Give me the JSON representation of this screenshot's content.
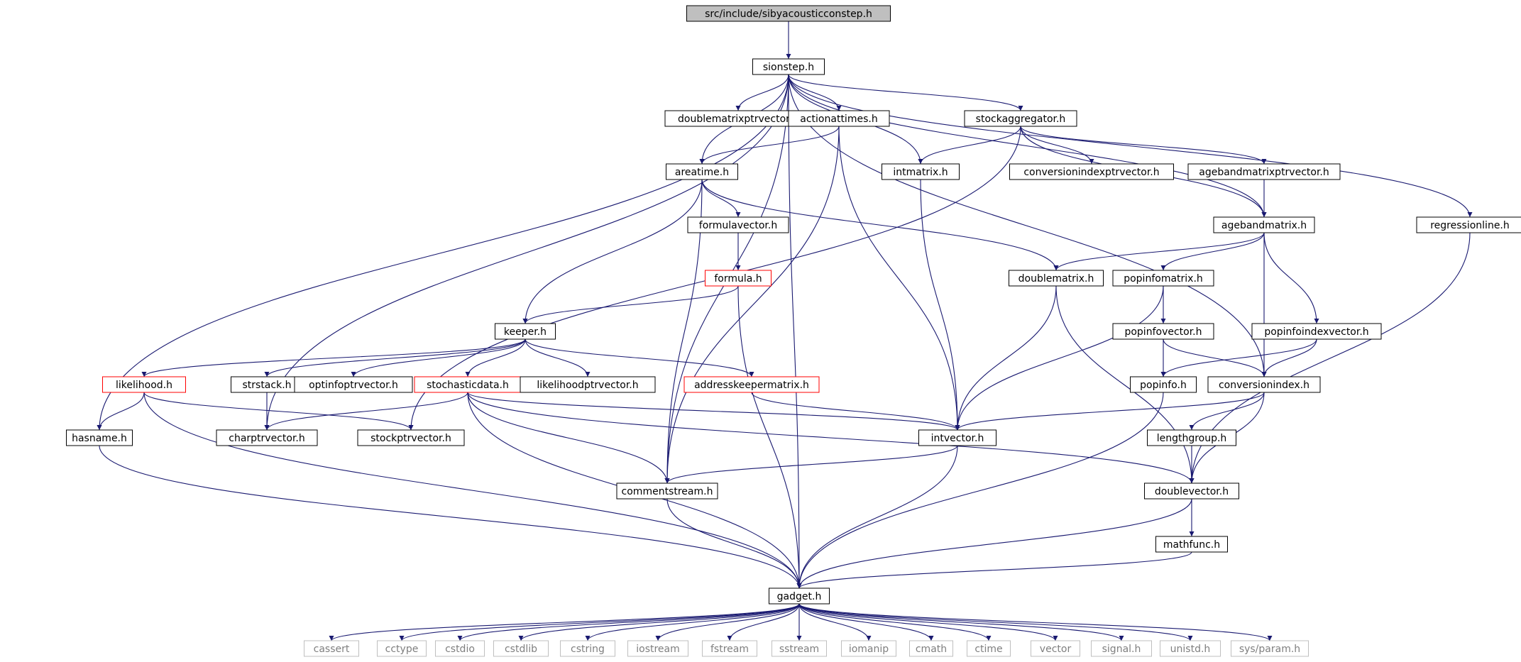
{
  "diagram": {
    "type": "include-dependency-graph",
    "colors": {
      "edge": "#191970",
      "root_fill": "#bfbfbf",
      "node_fill": "#ffffff",
      "node_border": "#000000",
      "truncated_border": "#ff0000",
      "system_border": "#bfbfbf",
      "system_text": "#7f7f7f",
      "text": "#000000"
    },
    "nodes": [
      {
        "id": "root",
        "label": "src/include/sibyacousticconstep.h",
        "kind": "root"
      },
      {
        "id": "sionstep",
        "label": "sionstep.h",
        "kind": "normal"
      },
      {
        "id": "doublematrixptrvector",
        "label": "doublematrixptrvector.h",
        "kind": "normal"
      },
      {
        "id": "actionattimes",
        "label": "actionattimes.h",
        "kind": "normal"
      },
      {
        "id": "stockaggregator",
        "label": "stockaggregator.h",
        "kind": "normal"
      },
      {
        "id": "regressionline",
        "label": "regressionline.h",
        "kind": "normal"
      },
      {
        "id": "areatime",
        "label": "areatime.h",
        "kind": "normal"
      },
      {
        "id": "intmatrix",
        "label": "intmatrix.h",
        "kind": "normal"
      },
      {
        "id": "conversionindexptrvector",
        "label": "conversionindexptrvector.h",
        "kind": "normal"
      },
      {
        "id": "agebandmatrixptrvector",
        "label": "agebandmatrixptrvector.h",
        "kind": "normal"
      },
      {
        "id": "formulavector",
        "label": "formulavector.h",
        "kind": "normal"
      },
      {
        "id": "agebandmatrix",
        "label": "agebandmatrix.h",
        "kind": "normal"
      },
      {
        "id": "formula",
        "label": "formula.h",
        "kind": "truncated"
      },
      {
        "id": "doublematrix",
        "label": "doublematrix.h",
        "kind": "normal"
      },
      {
        "id": "popinfomatrix",
        "label": "popinfomatrix.h",
        "kind": "normal"
      },
      {
        "id": "keeper",
        "label": "keeper.h",
        "kind": "normal"
      },
      {
        "id": "popinfovector",
        "label": "popinfovector.h",
        "kind": "normal"
      },
      {
        "id": "popinfoindexvector",
        "label": "popinfoindexvector.h",
        "kind": "normal"
      },
      {
        "id": "likelihood",
        "label": "likelihood.h",
        "kind": "truncated"
      },
      {
        "id": "strstack",
        "label": "strstack.h",
        "kind": "normal"
      },
      {
        "id": "optinfoptrvector",
        "label": "optinfoptrvector.h",
        "kind": "normal"
      },
      {
        "id": "stochasticdata",
        "label": "stochasticdata.h",
        "kind": "truncated"
      },
      {
        "id": "likelihoodptrvector",
        "label": "likelihoodptrvector.h",
        "kind": "normal"
      },
      {
        "id": "addresskeepermatrix",
        "label": "addresskeepermatrix.h",
        "kind": "truncated"
      },
      {
        "id": "popinfo",
        "label": "popinfo.h",
        "kind": "normal"
      },
      {
        "id": "conversionindex",
        "label": "conversionindex.h",
        "kind": "normal"
      },
      {
        "id": "hasname",
        "label": "hasname.h",
        "kind": "normal"
      },
      {
        "id": "charptrvector",
        "label": "charptrvector.h",
        "kind": "normal"
      },
      {
        "id": "stockptrvector",
        "label": "stockptrvector.h",
        "kind": "normal"
      },
      {
        "id": "intvector",
        "label": "intvector.h",
        "kind": "normal"
      },
      {
        "id": "lengthgroup",
        "label": "lengthgroup.h",
        "kind": "normal"
      },
      {
        "id": "commentstream",
        "label": "commentstream.h",
        "kind": "normal"
      },
      {
        "id": "doublevector",
        "label": "doublevector.h",
        "kind": "normal"
      },
      {
        "id": "mathfunc",
        "label": "mathfunc.h",
        "kind": "normal"
      },
      {
        "id": "gadget",
        "label": "gadget.h",
        "kind": "normal"
      },
      {
        "id": "cassert",
        "label": "cassert",
        "kind": "system"
      },
      {
        "id": "cctype",
        "label": "cctype",
        "kind": "system"
      },
      {
        "id": "cstdio",
        "label": "cstdio",
        "kind": "system"
      },
      {
        "id": "cstdlib",
        "label": "cstdlib",
        "kind": "system"
      },
      {
        "id": "cstring",
        "label": "cstring",
        "kind": "system"
      },
      {
        "id": "iostream",
        "label": "iostream",
        "kind": "system"
      },
      {
        "id": "fstream",
        "label": "fstream",
        "kind": "system"
      },
      {
        "id": "sstream",
        "label": "sstream",
        "kind": "system"
      },
      {
        "id": "iomanip",
        "label": "iomanip",
        "kind": "system"
      },
      {
        "id": "cmath",
        "label": "cmath",
        "kind": "system"
      },
      {
        "id": "ctime",
        "label": "ctime",
        "kind": "system"
      },
      {
        "id": "vector",
        "label": "vector",
        "kind": "system"
      },
      {
        "id": "signal",
        "label": "signal.h",
        "kind": "system"
      },
      {
        "id": "unistd",
        "label": "unistd.h",
        "kind": "system"
      },
      {
        "id": "sysparam",
        "label": "sys/param.h",
        "kind": "system"
      }
    ],
    "edges": [
      [
        "root",
        "sionstep"
      ],
      [
        "sionstep",
        "doublematrixptrvector"
      ],
      [
        "sionstep",
        "actionattimes"
      ],
      [
        "sionstep",
        "stockaggregator"
      ],
      [
        "sionstep",
        "regressionline"
      ],
      [
        "sionstep",
        "areatime"
      ],
      [
        "sionstep",
        "intmatrix"
      ],
      [
        "sionstep",
        "agebandmatrix"
      ],
      [
        "sionstep",
        "conversionindex"
      ],
      [
        "sionstep",
        "hasname"
      ],
      [
        "sionstep",
        "charptrvector"
      ],
      [
        "sionstep",
        "commentstream"
      ],
      [
        "sionstep",
        "gadget"
      ],
      [
        "actionattimes",
        "areatime"
      ],
      [
        "actionattimes",
        "commentstream"
      ],
      [
        "actionattimes",
        "intvector"
      ],
      [
        "stockaggregator",
        "intmatrix"
      ],
      [
        "stockaggregator",
        "conversionindexptrvector"
      ],
      [
        "stockaggregator",
        "agebandmatrixptrvector"
      ],
      [
        "stockaggregator",
        "agebandmatrix"
      ],
      [
        "stockaggregator",
        "stockptrvector"
      ],
      [
        "regressionline",
        "doublevector"
      ],
      [
        "areatime",
        "formulavector"
      ],
      [
        "areatime",
        "keeper"
      ],
      [
        "areatime",
        "commentstream"
      ],
      [
        "areatime",
        "doublematrix"
      ],
      [
        "intmatrix",
        "intvector"
      ],
      [
        "agebandmatrixptrvector",
        "agebandmatrix"
      ],
      [
        "formulavector",
        "formula"
      ],
      [
        "formula",
        "keeper"
      ],
      [
        "formula",
        "gadget"
      ],
      [
        "agebandmatrix",
        "doublematrix"
      ],
      [
        "agebandmatrix",
        "popinfomatrix"
      ],
      [
        "agebandmatrix",
        "popinfoindexvector"
      ],
      [
        "agebandmatrix",
        "conversionindex"
      ],
      [
        "doublematrix",
        "intvector"
      ],
      [
        "doublematrix",
        "doublevector"
      ],
      [
        "popinfomatrix",
        "popinfovector"
      ],
      [
        "popinfomatrix",
        "intvector"
      ],
      [
        "popinfovector",
        "popinfo"
      ],
      [
        "popinfovector",
        "conversionindex"
      ],
      [
        "popinfoindexvector",
        "popinfo"
      ],
      [
        "popinfoindexvector",
        "conversionindex"
      ],
      [
        "keeper",
        "likelihood"
      ],
      [
        "keeper",
        "strstack"
      ],
      [
        "keeper",
        "optinfoptrvector"
      ],
      [
        "keeper",
        "stochasticdata"
      ],
      [
        "keeper",
        "likelihoodptrvector"
      ],
      [
        "keeper",
        "addresskeepermatrix"
      ],
      [
        "likelihood",
        "hasname"
      ],
      [
        "likelihood",
        "stockptrvector"
      ],
      [
        "likelihood",
        "gadget"
      ],
      [
        "strstack",
        "charptrvector"
      ],
      [
        "stochasticdata",
        "charptrvector"
      ],
      [
        "stochasticdata",
        "intvector"
      ],
      [
        "stochasticdata",
        "doublevector"
      ],
      [
        "stochasticdata",
        "commentstream"
      ],
      [
        "stochasticdata",
        "gadget"
      ],
      [
        "addresskeepermatrix",
        "intvector"
      ],
      [
        "popinfo",
        "gadget"
      ],
      [
        "conversionindex",
        "intvector"
      ],
      [
        "conversionindex",
        "lengthgroup"
      ],
      [
        "conversionindex",
        "doublevector"
      ],
      [
        "lengthgroup",
        "doublevector"
      ],
      [
        "hasname",
        "gadget"
      ],
      [
        "intvector",
        "commentstream"
      ],
      [
        "intvector",
        "gadget"
      ],
      [
        "commentstream",
        "gadget"
      ],
      [
        "doublevector",
        "mathfunc"
      ],
      [
        "doublevector",
        "gadget"
      ],
      [
        "mathfunc",
        "gadget"
      ],
      [
        "gadget",
        "cassert"
      ],
      [
        "gadget",
        "cctype"
      ],
      [
        "gadget",
        "cstdio"
      ],
      [
        "gadget",
        "cstdlib"
      ],
      [
        "gadget",
        "cstring"
      ],
      [
        "gadget",
        "iostream"
      ],
      [
        "gadget",
        "fstream"
      ],
      [
        "gadget",
        "sstream"
      ],
      [
        "gadget",
        "iomanip"
      ],
      [
        "gadget",
        "cmath"
      ],
      [
        "gadget",
        "ctime"
      ],
      [
        "gadget",
        "vector"
      ],
      [
        "gadget",
        "signal"
      ],
      [
        "gadget",
        "unistd"
      ],
      [
        "gadget",
        "sysparam"
      ]
    ]
  }
}
